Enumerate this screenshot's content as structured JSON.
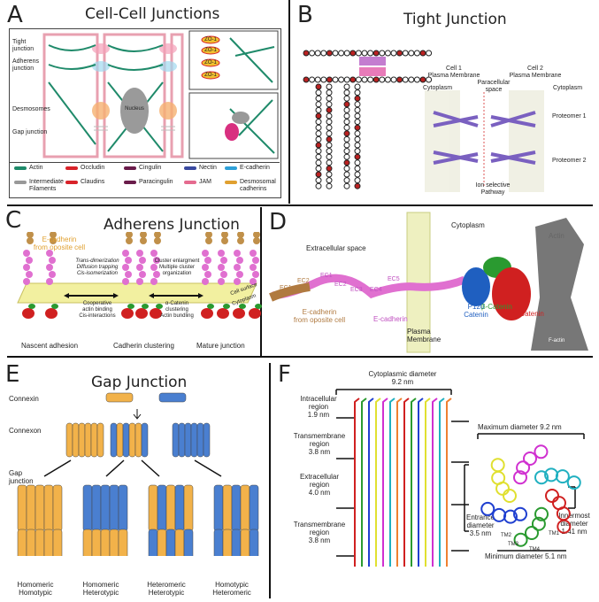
{
  "panels": {
    "A": {
      "letter": "A",
      "title": "Cell-Cell Junctions",
      "labels": {
        "tight": "Tight\njunction",
        "adherens": "Adherens\njunction",
        "desmosomes": "Desmosomes",
        "gap": "Gap junction",
        "nucleus": "Nucleus"
      },
      "zo": [
        "ZO-1",
        "ZO-1",
        "ZO-1",
        "ZO-1"
      ],
      "legend": [
        {
          "label": "Actin",
          "color": "#1f8a6a"
        },
        {
          "label": "Occludin",
          "color": "#d8232a"
        },
        {
          "label": "Cingulin",
          "color": "#6a1c4a"
        },
        {
          "label": "Nectin",
          "color": "#3a4aa0"
        },
        {
          "label": "E-cadherin",
          "color": "#2ea0d8"
        },
        {
          "label": "Intermediate\nFilaments",
          "color": "#999999"
        },
        {
          "label": "Claudins",
          "color": "#d8232a"
        },
        {
          "label": "Paracingulin",
          "color": "#6a1c4a"
        },
        {
          "label": "JAM",
          "color": "#e56b8f"
        },
        {
          "label": "Desmosomal\ncadherins",
          "color": "#e0a030"
        }
      ]
    },
    "B": {
      "letter": "B",
      "title": "Tight Junction",
      "labels": {
        "cell1": "Cell 1\nPlasma Membrane",
        "cell2": "Cell 2\nPlasma Membrane",
        "cyto1": "Cytoplasm",
        "cyto2": "Cytoplasm",
        "para": "Paracellular\nspace",
        "prot1": "Proteomer 1",
        "prot2": "Proteomer 2",
        "ion": "Ion selective\nPathway"
      }
    },
    "C": {
      "letter": "C",
      "title": "Adherens Junction",
      "labels": {
        "ecad": "E-cadherin\nfrom oposite cell",
        "trans": "Trans-dimerization\nDiffusion trapping\nCis-isomerization",
        "cluster": "Cluster enlargment\nMultiple cluster\norganization",
        "coop": "Cooperative\nactin binding\nCis-interactions",
        "alpha": "α-Catenin\nclustering\nActin bundling",
        "nascent": "Nascent adhesion",
        "clustering": "Cadherin clustering",
        "mature": "Mature junction",
        "cellsurface": "Cell surface",
        "cytoplasm": "Cytoplasm"
      }
    },
    "D": {
      "letter": "D",
      "labels": {
        "extra": "Extracellular space",
        "cyto": "Cytoplasm",
        "actin": "Actin",
        "factin": "F-actin",
        "ec_left": [
          "EC1",
          "EC2",
          "EC3",
          "EC4",
          "EC5"
        ],
        "ec_right": [
          "EC1",
          "EC2",
          "EC3",
          "EC4",
          "EC5"
        ],
        "ecad_op": "E-cadherin\nfrom oposite cell",
        "ecad": "E-cadherin",
        "p120": "P120\nCatenin",
        "beta": "β-Catenin",
        "alpha": "α-Catenin",
        "membrane": "Plasma\nMembrane"
      }
    },
    "E": {
      "letter": "E",
      "title": "Gap Junction",
      "labels": {
        "connexin": "Connexin",
        "connexon": "Connexon",
        "gapjunction": "Gap\njunction",
        "types": [
          "Homomeric\nHomotypic",
          "Homomeric\nHeterotypic",
          "Heteromeric\nHeterotypic",
          "Homotypic\nHeteromeric"
        ]
      },
      "colors": {
        "orange": "#f2b24a",
        "blue": "#4a7fd0"
      }
    },
    "F": {
      "letter": "F",
      "labels": {
        "cytodiam": "Cytoplasmic diameter\n9.2 nm",
        "intra": "Intracellular\nregion\n1.9 nm",
        "tm1": "Transmembrane\nregion\n3.8 nm",
        "extra": "Extracellular\nregion\n4.0 nm",
        "tm2": "Transmembrane\nregion\n3.8 nm",
        "maxd": "Maximum diameter 9.2 nm",
        "inner": "Innermost\ndiameter\n1.41 nm",
        "entrance": "Entrance\ndiameter\n3.5 nm",
        "mind": "Minimum diameter 5.1 nm",
        "tm": [
          "TM2",
          "TM3",
          "TM4",
          "TM1"
        ]
      }
    }
  }
}
